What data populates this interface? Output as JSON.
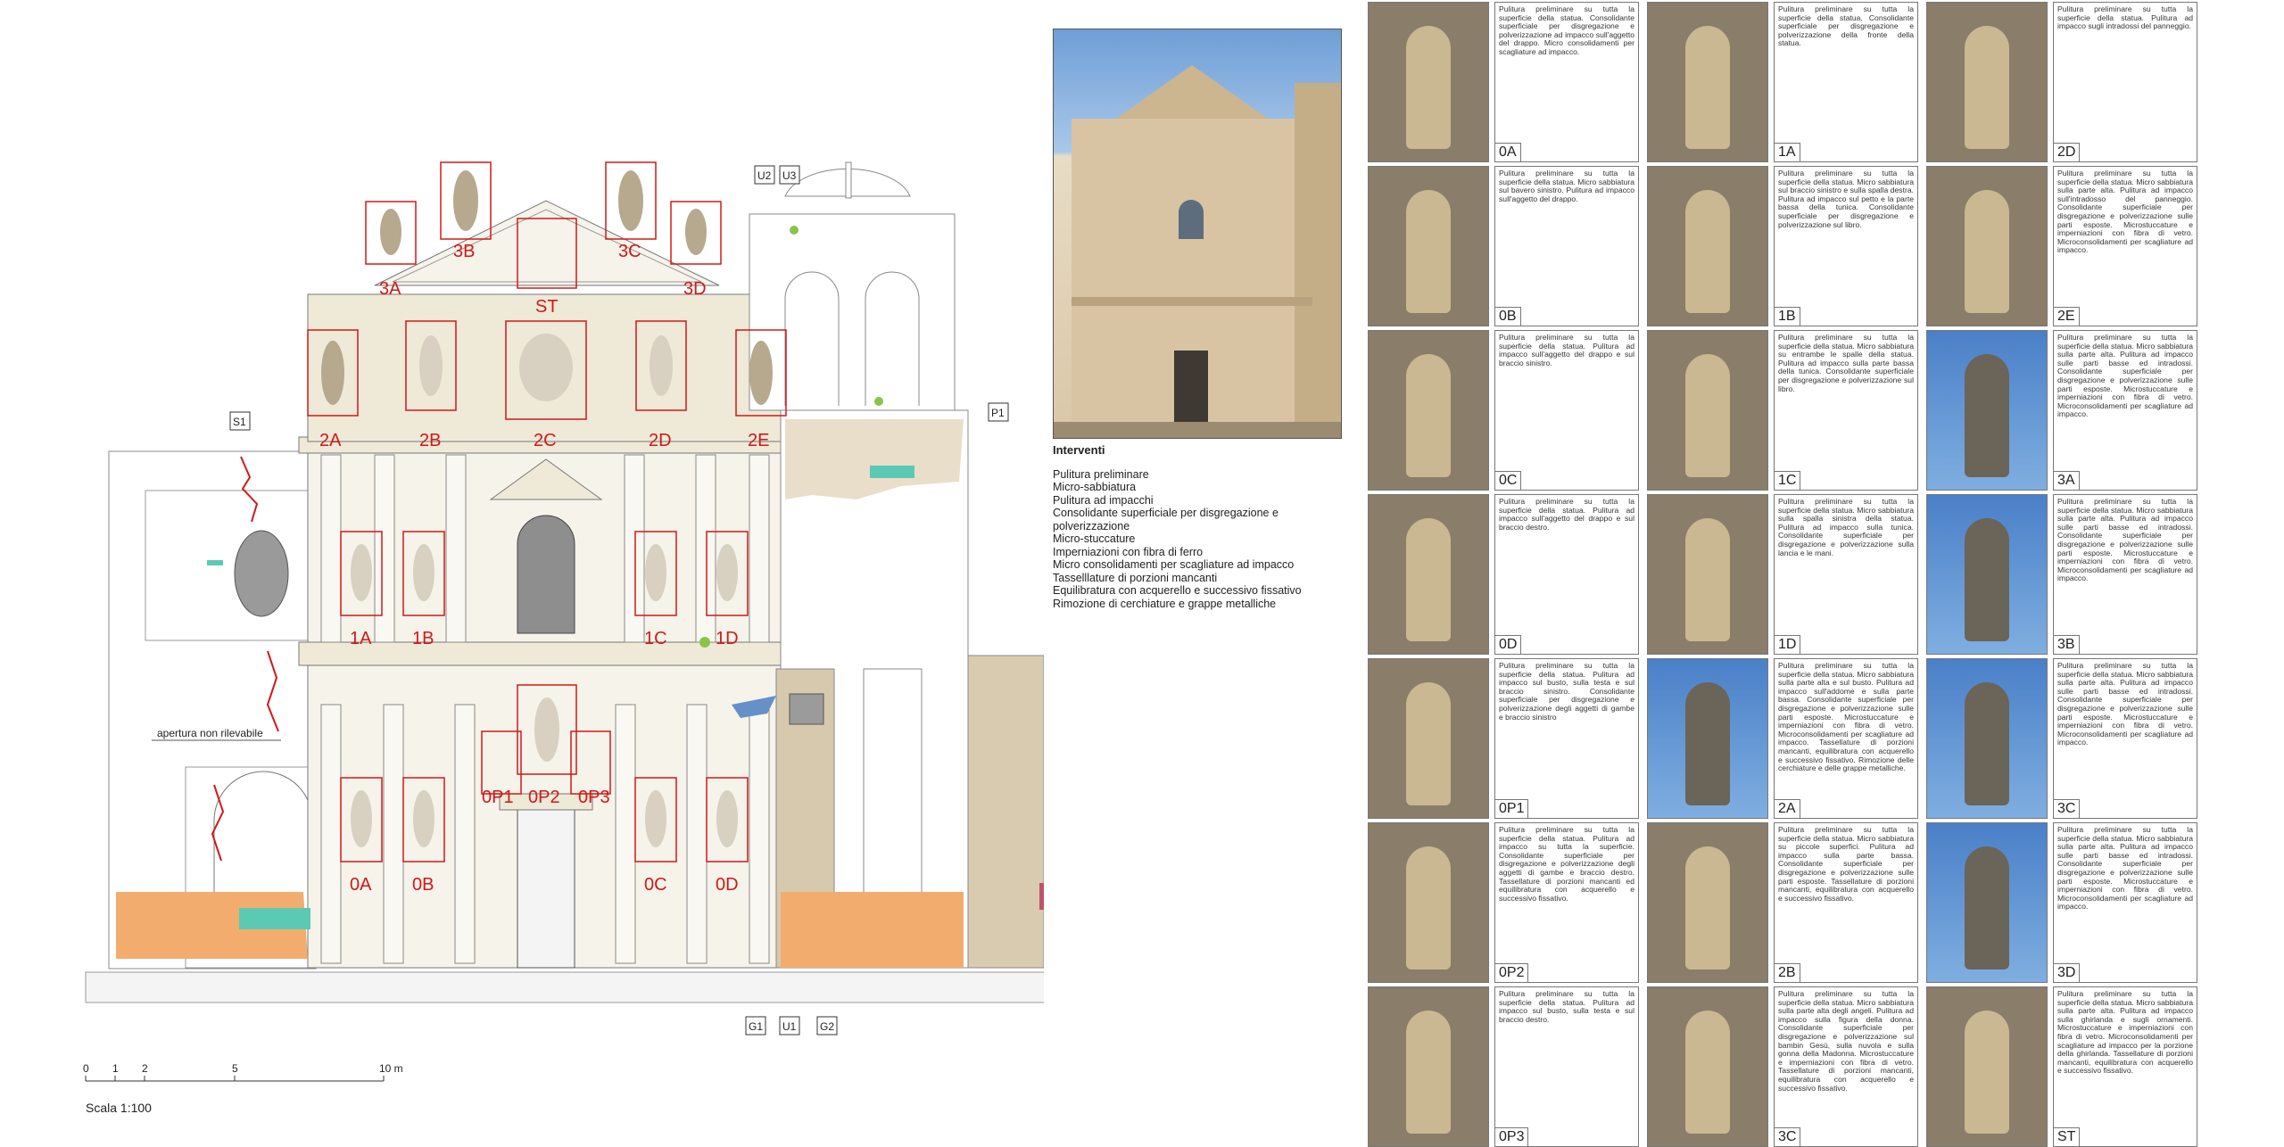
{
  "elevation": {
    "section_markers": [
      "S1",
      "P1",
      "U2",
      "U3",
      "G1",
      "U1",
      "G2"
    ],
    "statue_labels": [
      "3A",
      "3B",
      "3C",
      "3D",
      "ST",
      "2A",
      "2B",
      "2C",
      "2D",
      "2E",
      "1A",
      "1B",
      "1C",
      "1D",
      "0P1",
      "0P2",
      "0P3",
      "0A",
      "0B",
      "0C",
      "0D"
    ],
    "note_opening": "apertura non rilevabile",
    "scale_ticks": [
      "0",
      "1",
      "2",
      "5",
      "10 m"
    ],
    "scale_label": "Scala 1:100",
    "colors": {
      "label_red": "#d01818",
      "cream": "#efe9d8",
      "stone": "#cfc0a3",
      "orange": "#f2ad6e",
      "teal": "#5cc9b4",
      "pink": "#c2506b",
      "blue": "#6690c8",
      "green": "#8bc34a"
    }
  },
  "interventi": {
    "title": "Interventi",
    "items": [
      "Pulitura preliminare",
      "Micro-sabbiatura",
      "Pulitura ad impacchi",
      "Consolidante superficiale per disgregazione e polverizzazione",
      "Micro-stuccature",
      "Imperniazioni con fibra di ferro",
      "Micro consolidamenti per scagliature ad impacco",
      "Tasselllature di porzioni mancanti",
      "Equilibratura con acquerello e successivo fissativo",
      "Rimozione di cerchiature e grappe metalliche"
    ]
  },
  "cards": [
    {
      "code": "0A",
      "sky": false,
      "text": "Pulitura preliminare su tutta la superficie della statua. Consolidante superficiale per disgregazione e polverizzazione ad impacco sull'aggetto del drappo. Micro consolidamenti per scagliature ad impacco."
    },
    {
      "code": "1A",
      "sky": false,
      "text": "Pulitura preliminare su tutta la superficie della statua. Consolidante superficiale per disgregazione e polverizzazione della fronte della statua."
    },
    {
      "code": "2D",
      "sky": false,
      "text": "Pulitura preliminare su tutta la superficie della statua. Pulitura ad impacco sugli intradossi del panneggio."
    },
    {
      "code": "0B",
      "sky": false,
      "text": "Pulitura preliminare su tutta la superficie della statua. Micro sabbiatura sul bavero sinistro. Pulitura ad impacco sull'aggetto del drappo."
    },
    {
      "code": "1B",
      "sky": false,
      "text": "Pulitura preliminare su tutta la superficie della statua. Micro sabbiatura sul braccio sinistro e sulla spalla destra. Pulitura ad impacco sul petto e la parte bassa della tunica. Consolidante superficiale per disgregazione e polverizzazione sul libro."
    },
    {
      "code": "2E",
      "sky": false,
      "text": "Pulitura preliminare su tutta la superficie della statua. Micro sabbiatura sulla parte alta. Pulitura ad impacco sull'intradosso del panneggio. Consolidante superficiale per disgregazione e polverizzazione sulle parti esposte. Microstuccature e imperniazioni con fibra di vetro. Microconsolidamenti per scagliature ad impacco."
    },
    {
      "code": "0C",
      "sky": false,
      "text": "Pulitura preliminare su tutta la superficie della statua. Pulitura ad impacco sull'aggetto del drappo e sul braccio sinistro."
    },
    {
      "code": "1C",
      "sky": false,
      "text": "Pulitura preliminare su tutta la superficie della statua. Micro sabbiatura su entrambe le spalle della statua. Pulitura ad impacco sulla parte bassa della tunica. Consolidante superficiale per disgregazione e polverizzazione sul libro."
    },
    {
      "code": "3A",
      "sky": true,
      "text": "Pulitura preliminare su tutta la superficie della statua. Micro sabbiatura sulla parte alta. Pulitura ad impacco sulle parti basse ed intradossi. Consolidante superficiale per disgregazione e polverizzazione sulle parti esposte. Microstuccature e imperniazioni con fibra di vetro. Microconsolidamenti per scagliature ad impacco."
    },
    {
      "code": "0D",
      "sky": false,
      "text": "Pulitura preliminare su tutta la superficie della statua. Pulitura ad impacco sull'aggetto del drappo e sul braccio destro."
    },
    {
      "code": "1D",
      "sky": false,
      "text": "Pulitura preliminare su tutta la superficie della statua. Micro sabbiatura sulla spalla sinistra della statua. Pulitura ad impacco sulla tunica. Consolidante superficiale per disgregazione e polverizzazione sulla lancia e le mani."
    },
    {
      "code": "3B",
      "sky": true,
      "text": "Pulitura preliminare su tutta la superficie della statua. Micro sabbiatura sulla parte alta. Pulitura ad impacco sulle parti basse ed intradossi. Consolidante superficiale per disgregazione e polverizzazione sulle parti esposte. Microstuccature e imperniazioni con fibra di vetro. Microconsolidamenti per scagliature ad impacco."
    },
    {
      "code": "0P1",
      "sky": false,
      "text": "Pulitura preliminare su tutta la superficie della statua. Pulitura ad impacco sul busto, sulla testa e sul braccio sinistro. Consolidante superficiale per disgregazione e polverizzazione degli aggetti di gambe e braccio sinistro"
    },
    {
      "code": "2A",
      "sky": true,
      "text": "Pulitura preliminare su tutta la superficie della statua. Micro sabbiatura sulla parte alta e sul busto. Pulitura ad impacco sull'addome e sulla parte bassa. Consolidante superficiale per disgregazione e polverizzazione sulle parti esposte. Microstuccature e imperniazioni con fibra di vetro. Microconsolidamenti per scagliature ad impacco. Tassellature di porzioni mancanti, equilibratura con acquerello e successivo fissativo. Rimozione delle cerchiature e delle grappe metalliche."
    },
    {
      "code": "3C",
      "sky": true,
      "text": "Pulitura preliminare su tutta la superficie della statua. Micro sabbiatura sulla parte alta. Pulitura ad impacco sulle parti basse ed intradossi. Consolidante superficiale per disgregazione e polverizzazione sulle parti esposte. Microstuccature e imperniazioni con fibra di vetro. Microconsolidamenti per scagliature ad impacco."
    },
    {
      "code": "0P2",
      "sky": false,
      "text": "Pulitura preliminare su tutta la superficie della statua. Pulitura ad impacco su tutta la superficie. Consolidante superficiale per disgregazione e polverizzazione degli aggetti di gambe e braccio destro. Tassellature di porzioni mancanti ed equilibratura con acquerello e successivo fissativo."
    },
    {
      "code": "2B",
      "sky": false,
      "text": "Pulitura preliminare su tutta la superficie della statua. Micro sabbiatura su piccole superfici. Pulitura ad impacco sulla parte bassa. Consolidante superficiale per disgregazione e polverizzazione sulle parti esposte. Tassellature di porzioni mancanti, equilibratura con acquerello e successivo fissativo."
    },
    {
      "code": "3D",
      "sky": true,
      "text": "Pulitura preliminare su tutta la superficie della statua. Micro sabbiatura sulla parte alta. Pulitura ad impacco sulle parti basse ed intradossi. Consolidante superficiale per disgregazione e polverizzazione sulle parti esposte. Microstuccature e imperniazioni con fibra di vetro. Microconsolidamenti per scagliature ad impacco."
    },
    {
      "code": "0P3",
      "sky": false,
      "text": "Pulitura preliminare su tutta la superficie della statua. Pulitura ad impacco sul busto, sulla testa e sul braccio destro."
    },
    {
      "code": "3C",
      "sky": false,
      "text": "Pulitura preliminare su tutta la superficie della statua. Micro sabbiatura sulla parte alta degli angeli. Pulitura ad impacco sulla figura della donna. Consolidante superficiale per disgregazione e polverizzazione sul bambin Gesù, sulla nuvola e sulla gonna della Madonna. Microstuccature e imperniazioni con fibra di vetro. Tassellature di porzioni mancanti, equilibratura con acquerello e successivo fissativo."
    },
    {
      "code": "ST",
      "sky": false,
      "text": "Pulitura preliminare su tutta la superficie della statua. Micro sabbiatura sulla parte alta. Pulitura ad impacco sulla ghirlanda e sugli ornamenti. Microstuccature e imperniazioni con fibra di vetro. Microconsolidamenti per scagliature ad impacco per la porzione della ghirlanda. Tassellature di porzioni mancanti, equilibratura con acquerello e successivo fissativo."
    }
  ]
}
